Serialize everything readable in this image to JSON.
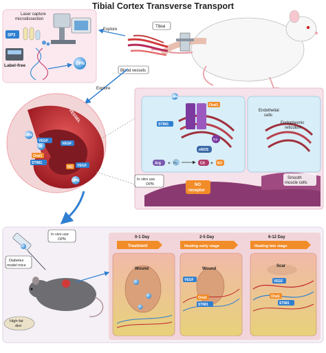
{
  "title": "Tibial Cortex Transverse Transport",
  "lab": {
    "laser_capture": "Laser capture",
    "microdissection": "microdissection",
    "sp3": "SP3",
    "label_free": "Label-free",
    "opn": "OPN"
  },
  "mouse_top": {
    "tibial": "Tibial",
    "blood_vessels": "Blood vessels",
    "explore_right": "Explore",
    "explore_down": "Explore"
  },
  "vessel": {
    "vessel_label": "VESSEL",
    "vegf_1": "VEGF",
    "vegf_2": "VEGF",
    "opn_1": "OPN",
    "opn_2": "OPN",
    "orai1": "Orai1",
    "stim1": "STIM1",
    "no": "NO",
    "ca": "Ca"
  },
  "cell": {
    "orai1": "Orai1",
    "stim1": "STIM1",
    "opn": "OPN",
    "calm": "Ca",
    "enos": "eNOS",
    "arg": "Arg",
    "cit": "Cit",
    "no": "NO",
    "o2": "O₂",
    "no_receptor_1": "NO",
    "no_receptor_2": "receptor",
    "endothelial_1": "Endothelial",
    "endothelial_2": "cells",
    "er_1": "Endoplasmic",
    "er_2": "reticulum",
    "smooth_1": "Smooth",
    "smooth_2": "muscle cells",
    "in_vitro_1": "In vitro use",
    "in_vitro_2": "OPN"
  },
  "bottom": {
    "in_vivo_1": "In vivo use",
    "in_vivo_2": "OPN",
    "diabetes_1": "Diabetes",
    "diabetes_2": "model mice",
    "high_fat_1": "High-fat",
    "high_fat_2": "diet",
    "stages": [
      {
        "days": "0-1 Day",
        "label": "Treatment",
        "tissue": "Wound"
      },
      {
        "days": "2-5 Day",
        "label": "Healing early stage",
        "tissue": "Wound"
      },
      {
        "days": "6-12 Day",
        "label": "Healing late stage",
        "tissue": "Scar"
      }
    ],
    "vegf_a": "VEGF",
    "orai1_a": "Orai1",
    "stim1_a": "STIM1",
    "vegf_b": "VEGF",
    "orai1_b": "Orai1",
    "stim1_b": "STIM1"
  },
  "colors": {
    "vessel_red": "#c0242b",
    "arrow_blue": "#2f7fd0",
    "stage_orange": "#f28c28",
    "cell_panel": "#d8eef8",
    "muscle_purple": "#8a3a70"
  }
}
